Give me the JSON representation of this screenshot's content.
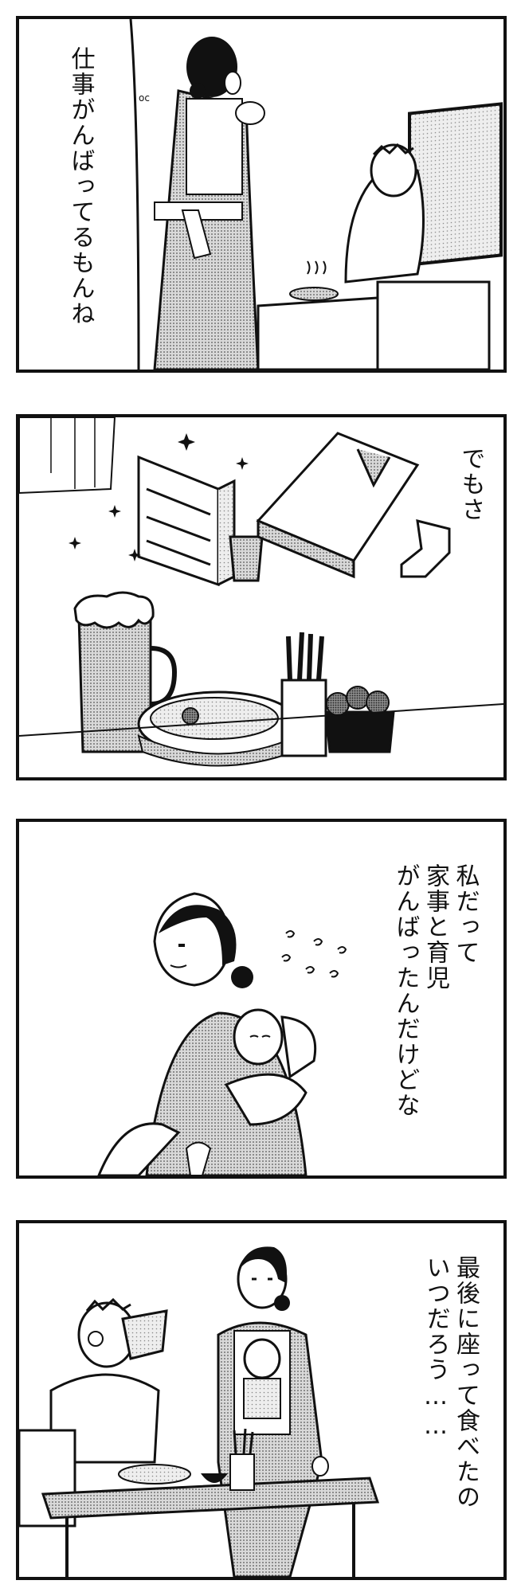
{
  "panels": [
    {
      "lines": [
        "仕事がんばってるもんね"
      ],
      "sfx": "oc"
    },
    {
      "lines": [
        "でもさ"
      ]
    },
    {
      "lines": [
        "私だって",
        "家事と育児",
        "がんばったんだけどな"
      ]
    },
    {
      "lines": [
        "最後に座って食べたの",
        "いつだろう……"
      ]
    }
  ]
}
